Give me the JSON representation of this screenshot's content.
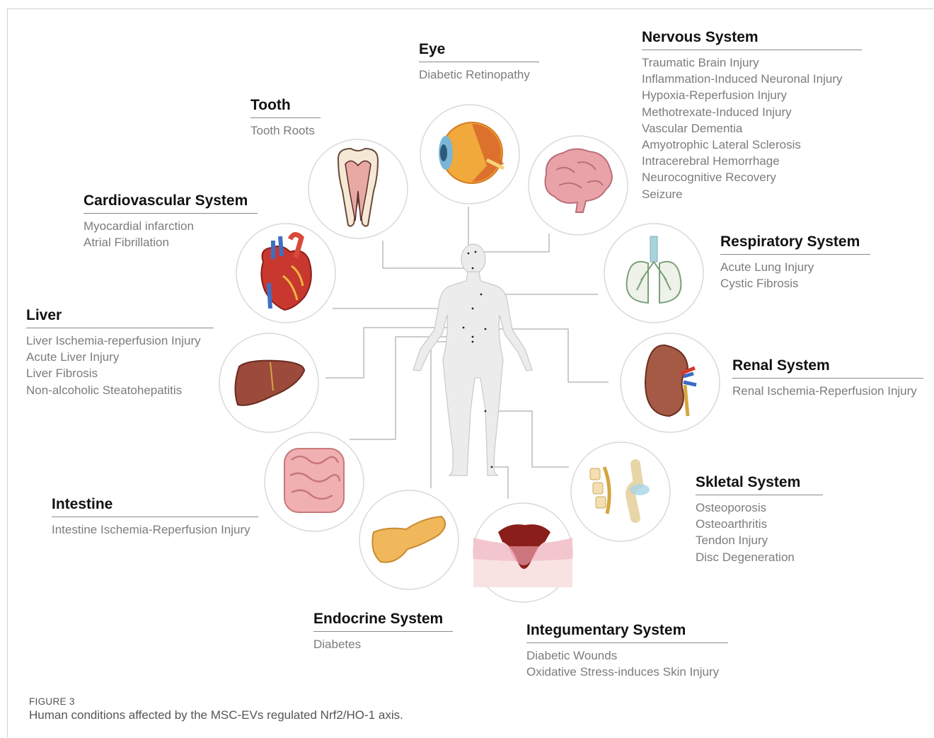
{
  "systems": {
    "eye": {
      "title": "Eye",
      "items": [
        "Diabetic Retinopathy"
      ]
    },
    "nervous": {
      "title": "Nervous System",
      "items": [
        "Traumatic Brain Injury",
        "Inflammation-Induced Neuronal Injury",
        "Hypoxia-Reperfusion Injury",
        "Methotrexate-Induced Injury",
        "Vascular Dementia",
        "Amyotrophic Lateral Sclerosis",
        "Intracerebral Hemorrhage",
        "Neurocognitive Recovery",
        "Seizure"
      ]
    },
    "tooth": {
      "title": "Tooth",
      "items": [
        "Tooth Roots"
      ]
    },
    "cardio": {
      "title": "Cardiovascular System",
      "items": [
        "Myocardial infarction",
        "Atrial Fibrillation"
      ]
    },
    "respiratory": {
      "title": "Respiratory System",
      "items": [
        "Acute Lung Injury",
        "Cystic Fibrosis"
      ]
    },
    "liver": {
      "title": "Liver",
      "items": [
        "Liver Ischemia-reperfusion Injury",
        "Acute Liver Injury",
        "Liver Fibrosis",
        "Non-alcoholic Steatohepatitis"
      ]
    },
    "renal": {
      "title": "Renal System",
      "items": [
        "Renal Ischemia-Reperfusion Injury"
      ]
    },
    "intestine": {
      "title": "Intestine",
      "items": [
        "Intestine Ischemia-Reperfusion Injury"
      ]
    },
    "skeletal": {
      "title": "Skletal System",
      "items": [
        "Osteoporosis",
        "Osteoarthritis",
        "Tendon Injury",
        "Disc Degeneration"
      ]
    },
    "endocrine": {
      "title": "Endocrine System",
      "items": [
        "Diabetes"
      ]
    },
    "integumentary": {
      "title": "Integumentary System",
      "items": [
        "Diabetic Wounds",
        "Oxidative Stress-induces Skin Injury"
      ]
    }
  },
  "figure": {
    "label": "FIGURE 3",
    "caption": "Human conditions affected by the MSC-EVs regulated Nrf2/HO-1 axis."
  },
  "colors": {
    "heading": "#111111",
    "item_text": "#7c7c7c",
    "circle_border": "#d9d9d9",
    "connector": "#9a9a9a",
    "body_fill": "#ececec"
  }
}
